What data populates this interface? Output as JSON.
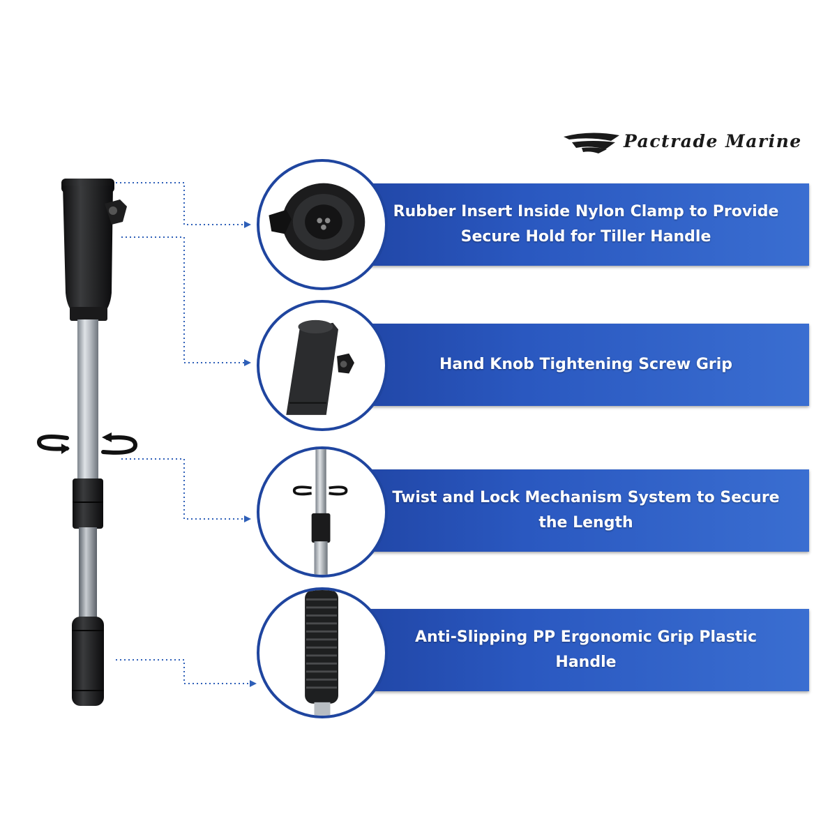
{
  "brand": {
    "name": "Pactrade Marine"
  },
  "features": [
    {
      "icon": "rubber-insert-clamp-icon",
      "lines": [
        "Rubber Insert Inside Nylon Clamp to Provide",
        "Secure Hold for Tiller Handle"
      ]
    },
    {
      "icon": "hand-knob-screw-icon",
      "lines": [
        "Hand Knob Tightening Screw Grip"
      ]
    },
    {
      "icon": "twist-lock-mechanism-icon",
      "lines": [
        "Twist and Lock Mechanism System to  Secure",
        "the Length"
      ]
    },
    {
      "icon": "ergonomic-grip-handle-icon",
      "lines": [
        "Anti-Slipping PP Ergonomic Grip Plastic",
        "Handle"
      ]
    }
  ],
  "colors": {
    "bar_blue": "#2a58c0",
    "bar_blue_dark": "#1d3f9c",
    "circle_border": "#1f459f",
    "connector": "#2e5fb8",
    "text_on_bar": "#ffffff"
  }
}
